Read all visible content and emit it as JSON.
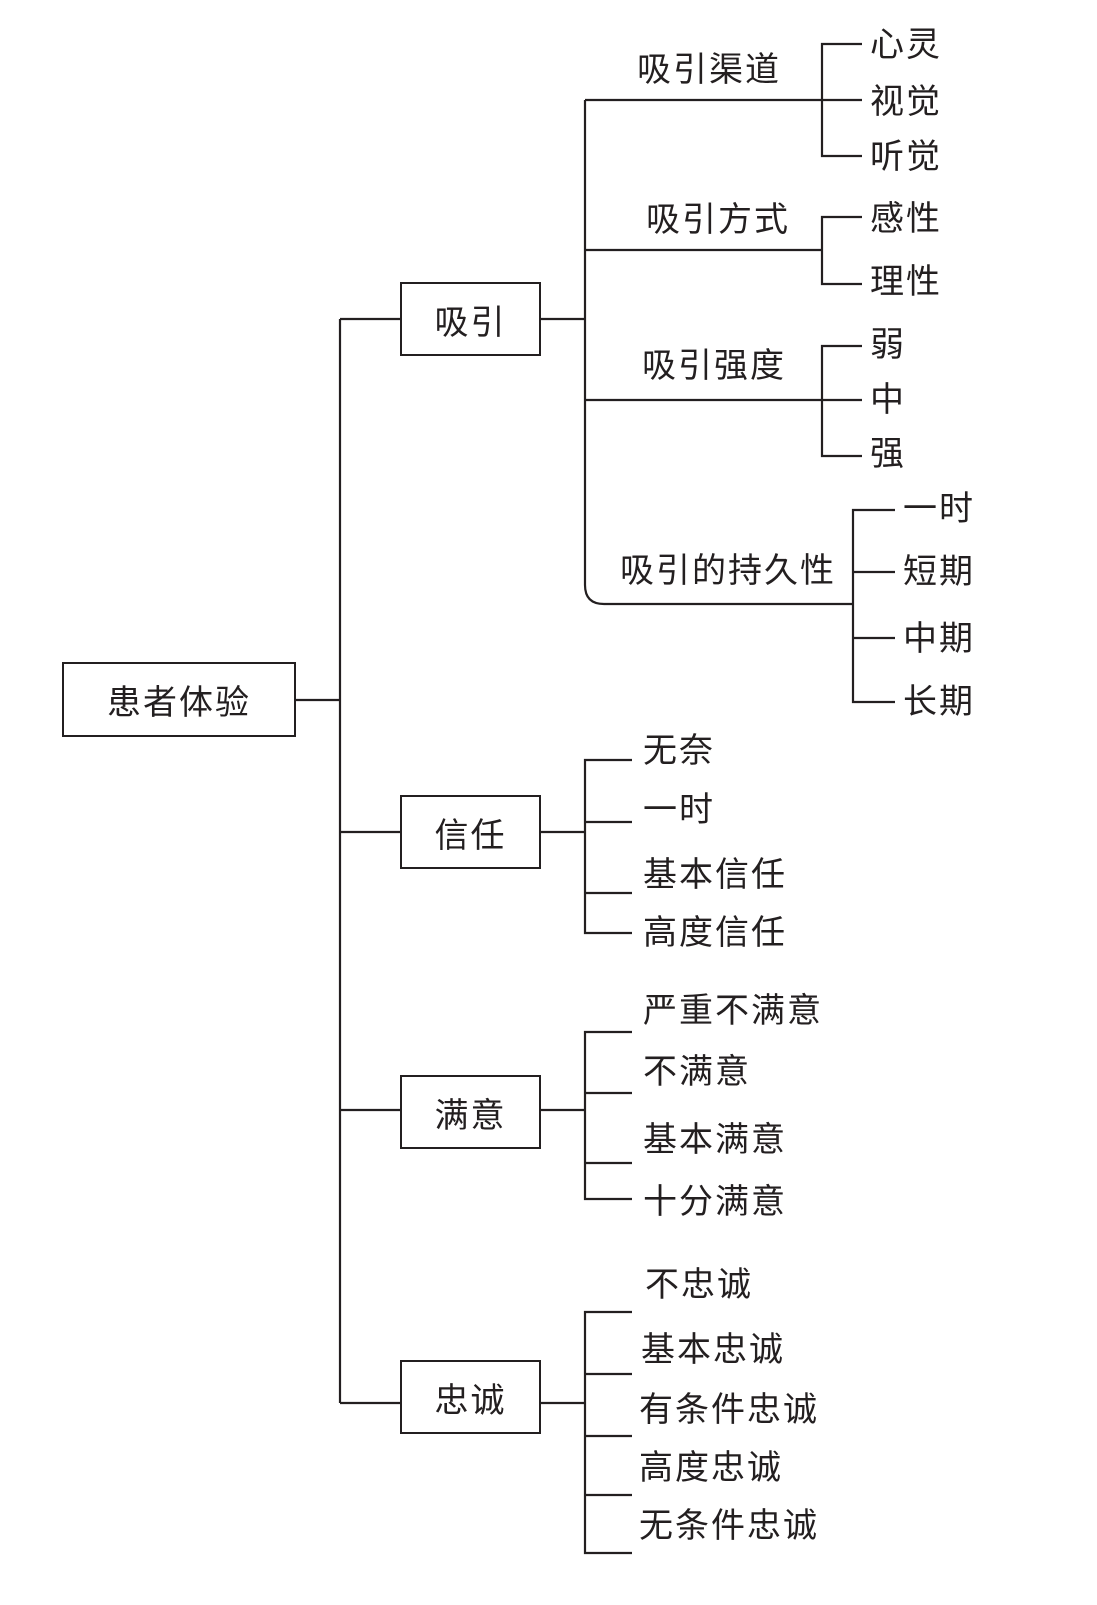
{
  "diagram": {
    "root": "患者体验",
    "branches": [
      {
        "label": "吸引",
        "groups": [
          {
            "label": "吸引渠道",
            "items": [
              "心灵",
              "视觉",
              "听觉"
            ]
          },
          {
            "label": "吸引方式",
            "items": [
              "感性",
              "理性"
            ]
          },
          {
            "label": "吸引强度",
            "items": [
              "弱",
              "中",
              "强"
            ]
          },
          {
            "label": "吸引的持久性",
            "items": [
              "一时",
              "短期",
              "中期",
              "长期"
            ]
          }
        ]
      },
      {
        "label": "信任",
        "items": [
          "无奈",
          "一时",
          "基本信任",
          "高度信任"
        ]
      },
      {
        "label": "满意",
        "items": [
          "严重不满意",
          "不满意",
          "基本满意",
          "十分满意"
        ]
      },
      {
        "label": "忠诚",
        "items": [
          "不忠诚",
          "基本忠诚",
          "有条件忠诚",
          "高度忠诚",
          "无条件忠诚"
        ]
      }
    ],
    "line_color": "#231f20"
  }
}
